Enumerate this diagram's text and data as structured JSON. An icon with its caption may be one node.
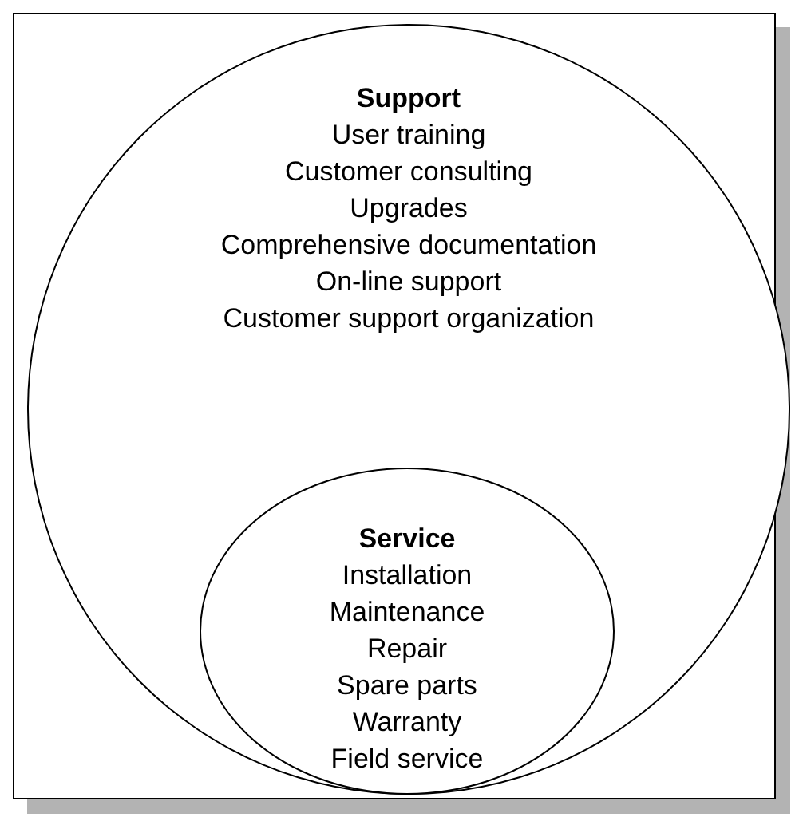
{
  "diagram": {
    "nodes": [
      {
        "text": [
          "Support",
          "User training",
          "Customer consulting",
          "Upgrades",
          "Comprehensive documentation",
          "On-line support",
          "Customer support organization"
        ]
      },
      {
        "text": [
          "Service",
          "Installation",
          "Maintenance",
          "Repair",
          "Spare parts",
          "Warranty",
          "Field service"
        ],
        "in": 0
      }
    ]
  }
}
